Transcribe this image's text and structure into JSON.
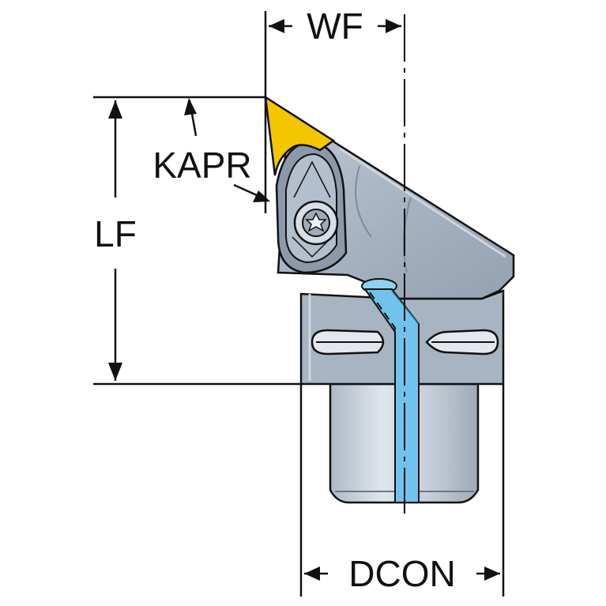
{
  "diagram": {
    "labels": {
      "wf": "WF",
      "kapr": "KAPR",
      "lf": "LF",
      "dcon": "DCON"
    },
    "colors": {
      "body": "#a9b6c4",
      "body_dark": "#8a98a8",
      "insert": "#f3c600",
      "coolant": "#6fc3ec",
      "shank": "#c3ccd6",
      "line": "#111111"
    },
    "icons": [
      "torx-screw-icon",
      "arrowhead-icon"
    ]
  }
}
